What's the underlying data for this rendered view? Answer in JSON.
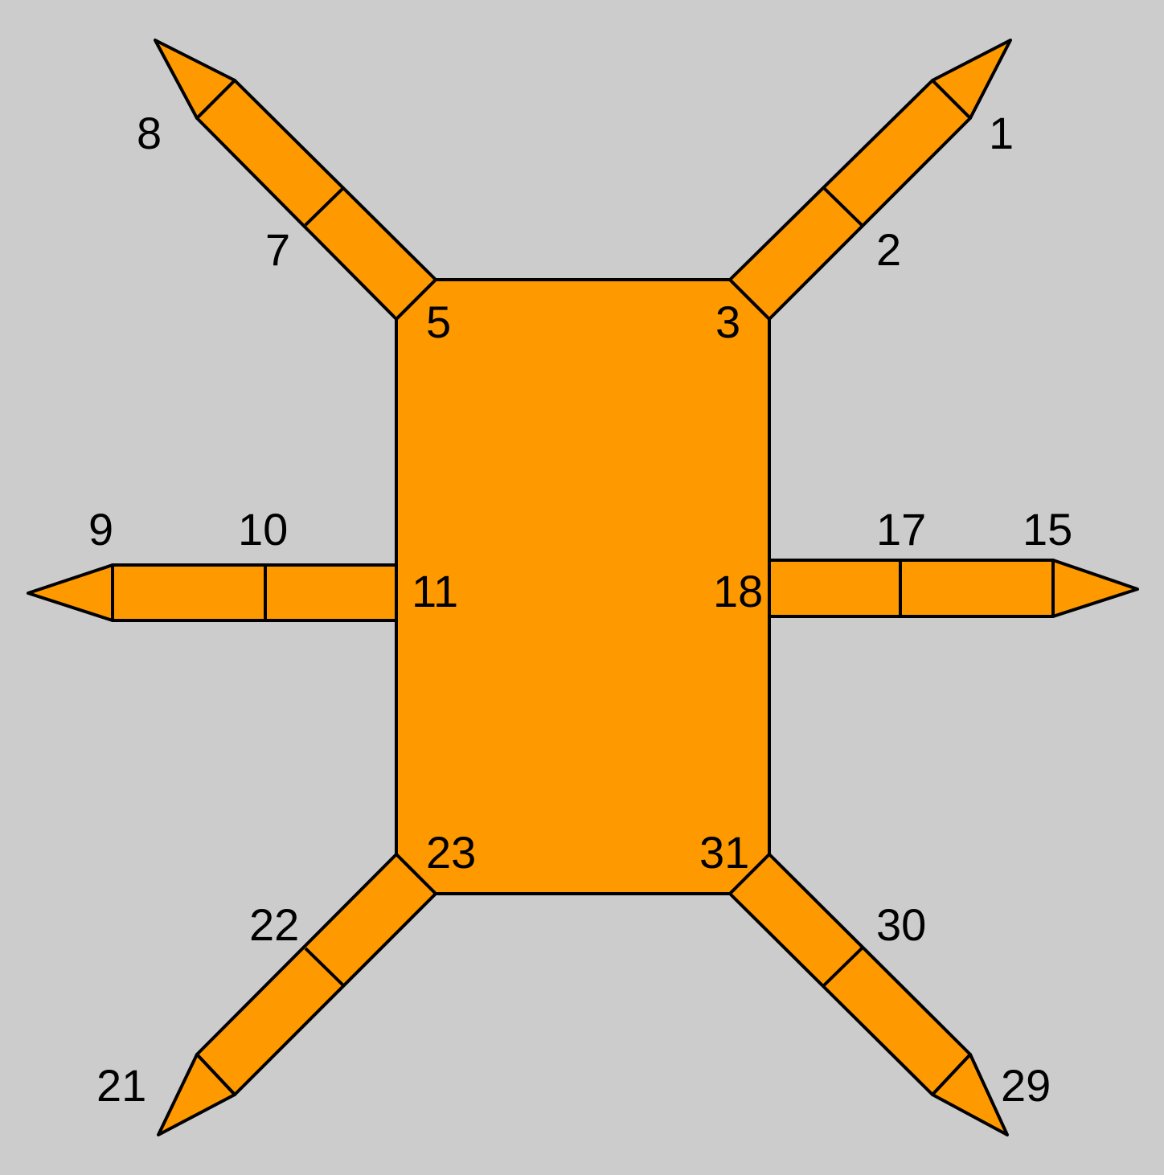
{
  "colors": {
    "background": "#cccccc",
    "fill": "#ff9900",
    "stroke": "#000000"
  },
  "labels": {
    "n1": "1",
    "n2": "2",
    "n3": "3",
    "n5": "5",
    "n7": "7",
    "n8": "8",
    "n9": "9",
    "n10": "10",
    "n11": "11",
    "n15": "15",
    "n17": "17",
    "n18": "18",
    "n21": "21",
    "n22": "22",
    "n23": "23",
    "n29": "29",
    "n30": "30",
    "n31": "31"
  }
}
